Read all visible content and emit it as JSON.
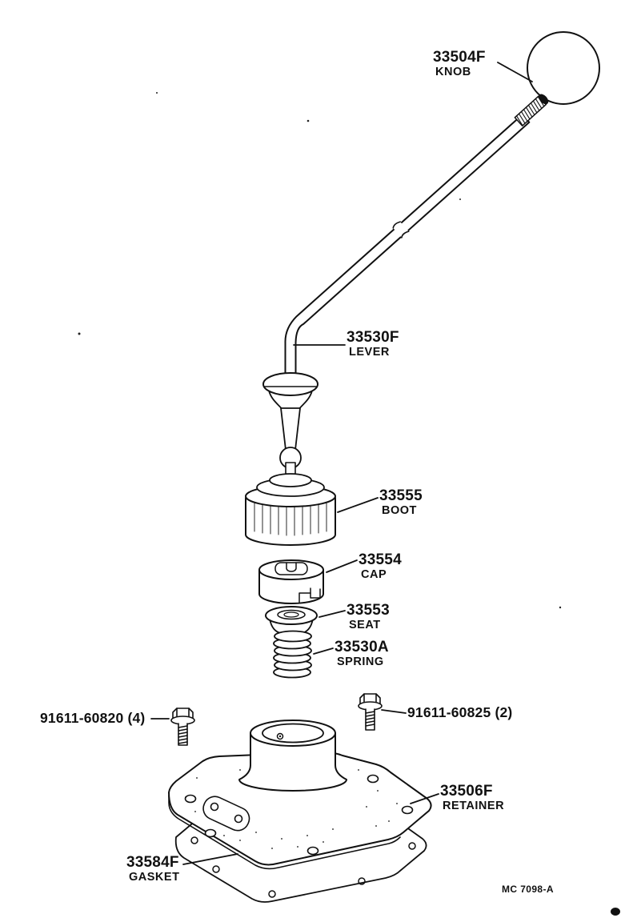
{
  "page": {
    "background": "#ffffff",
    "ink": "#111111"
  },
  "figure": {
    "drawing_code": "MC 7098-A"
  },
  "labels": {
    "knob": {
      "number": "33504F",
      "name": "KNOB"
    },
    "lever": {
      "number": "33530F",
      "name": "LEVER"
    },
    "boot": {
      "number": "33555",
      "name": "BOOT"
    },
    "cap": {
      "number": "33554",
      "name": "CAP"
    },
    "seat": {
      "number": "33553",
      "name": "SEAT"
    },
    "spring": {
      "number": "33530A",
      "name": "SPRING"
    },
    "bolt_left": {
      "number": "91611-60820 (4)"
    },
    "bolt_right": {
      "number": "91611-60825 (2)"
    },
    "retainer": {
      "number": "33506F",
      "name": "RETAINER"
    },
    "gasket": {
      "number": "33584F",
      "name": "GASKET"
    }
  }
}
